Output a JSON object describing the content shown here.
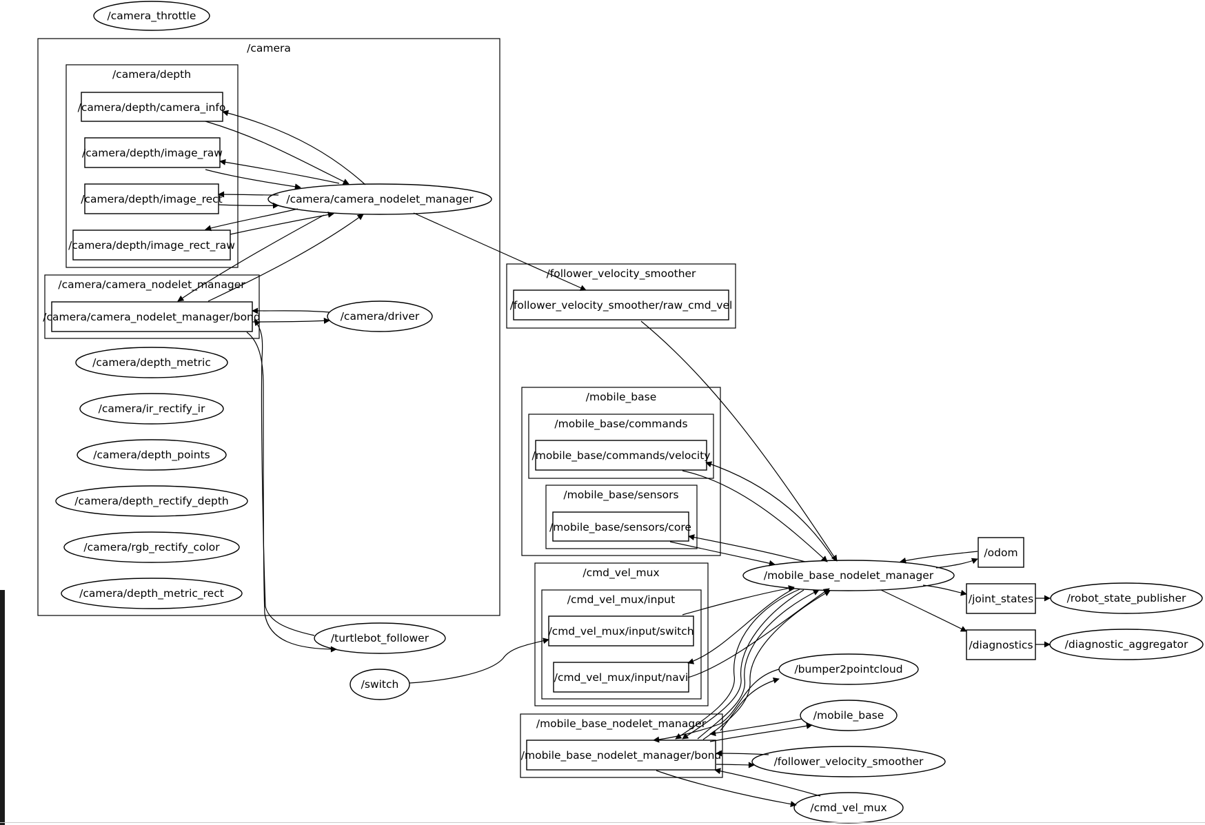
{
  "clusters": {
    "camera": "/camera",
    "camera_depth": "/camera/depth",
    "camera_nodelet_manager": "/camera/camera_nodelet_manager",
    "follower_velocity_smoother": "/follower_velocity_smoother",
    "mobile_base": "/mobile_base",
    "mobile_base_commands": "/mobile_base/commands",
    "mobile_base_sensors": "/mobile_base/sensors",
    "cmd_vel_mux": "/cmd_vel_mux",
    "cmd_vel_mux_input": "/cmd_vel_mux/input",
    "mobile_base_nodelet_manager": "/mobile_base_nodelet_manager"
  },
  "topics": {
    "camera_info": "/camera/depth/camera_info",
    "image_raw": "/camera/depth/image_raw",
    "image_rect": "/camera/depth/image_rect",
    "image_rect_raw": "/camera/depth/image_rect_raw",
    "camera_bond": "/camera/camera_nodelet_manager/bond",
    "raw_cmd_vel": "/follower_velocity_smoother/raw_cmd_vel",
    "commands_velocity": "/mobile_base/commands/velocity",
    "sensors_core": "/mobile_base/sensors/core",
    "input_switch": "/cmd_vel_mux/input/switch",
    "input_navi": "/cmd_vel_mux/input/navi",
    "mobile_bond": "/mobile_base_nodelet_manager/bond",
    "odom": "/odom",
    "joint_states": "/joint_states",
    "diagnostics": "/diagnostics"
  },
  "nodes": {
    "camera_throttle": "/camera_throttle",
    "camera_nodelet_manager": "/camera/camera_nodelet_manager",
    "camera_driver": "/camera/driver",
    "depth_metric": "/camera/depth_metric",
    "ir_rectify_ir": "/camera/ir_rectify_ir",
    "depth_points": "/camera/depth_points",
    "depth_rectify_depth": "/camera/depth_rectify_depth",
    "rgb_rectify_color": "/camera/rgb_rectify_color",
    "depth_metric_rect": "/camera/depth_metric_rect",
    "turtlebot_follower": "/turtlebot_follower",
    "switch": "/switch",
    "mobile_base_nodelet_manager": "/mobile_base_nodelet_manager",
    "robot_state_publisher": "/robot_state_publisher",
    "diagnostic_aggregator": "/diagnostic_aggregator",
    "bumper2pointcloud": "/bumper2pointcloud",
    "mobile_base": "/mobile_base",
    "follower_velocity_smoother": "/follower_velocity_smoother",
    "cmd_vel_mux": "/cmd_vel_mux"
  }
}
